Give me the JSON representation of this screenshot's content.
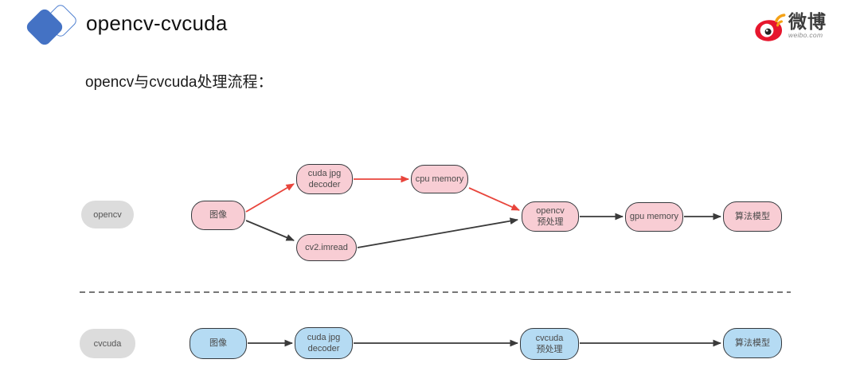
{
  "slide": {
    "title": "opencv-cvcuda",
    "subtitle": "opencv与cvcuda处理流程："
  },
  "brand": {
    "name": "微博",
    "domain": "weibo.com"
  },
  "colors": {
    "logo_blue": "#4472c4",
    "pink_node_fill": "#f8cdd4",
    "blue_node_fill": "#b5dbf3",
    "row_pill_fill": "#dcdcdc",
    "node_border": "#35393d",
    "red_arrow": "#e8453c",
    "black_arrow": "#3a3a3a",
    "weibo_red": "#e6162d",
    "weibo_orange": "#f5a216"
  },
  "diagram": {
    "opencv_row": {
      "label": "opencv",
      "nodes": {
        "image": "图像",
        "decoder": "cuda jpg\ndecoder",
        "cpu_memory": "cpu memory",
        "cv2_imread": "cv2.imread",
        "preprocess": "opencv\n预处理",
        "gpu_memory": "gpu memory",
        "model": "算法模型"
      },
      "edges": [
        {
          "from": "image",
          "to": "decoder",
          "color": "red"
        },
        {
          "from": "image",
          "to": "cv2_imread",
          "color": "black"
        },
        {
          "from": "decoder",
          "to": "cpu_memory",
          "color": "red"
        },
        {
          "from": "cpu_memory",
          "to": "preprocess",
          "color": "red"
        },
        {
          "from": "cv2_imread",
          "to": "preprocess",
          "color": "black"
        },
        {
          "from": "preprocess",
          "to": "gpu_memory",
          "color": "black"
        },
        {
          "from": "gpu_memory",
          "to": "model",
          "color": "black"
        }
      ]
    },
    "cvcuda_row": {
      "label": "cvcuda",
      "nodes": {
        "image": "图像",
        "decoder": "cuda jpg\ndecoder",
        "preprocess": "cvcuda\n预处理",
        "model": "算法模型"
      },
      "edges": [
        {
          "from": "image",
          "to": "decoder",
          "color": "black"
        },
        {
          "from": "decoder",
          "to": "preprocess",
          "color": "black"
        },
        {
          "from": "preprocess",
          "to": "model",
          "color": "black"
        }
      ]
    }
  }
}
